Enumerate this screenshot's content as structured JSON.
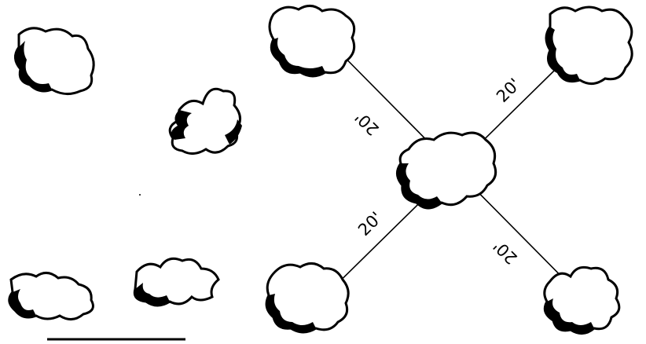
{
  "diagram": {
    "labels": {
      "upper_left_distance": "20'",
      "upper_right_distance": "20'",
      "lower_left_distance": "20'",
      "lower_right_distance": "20'"
    },
    "colors": {
      "ink": "#000000",
      "paper": "#ffffff"
    }
  }
}
